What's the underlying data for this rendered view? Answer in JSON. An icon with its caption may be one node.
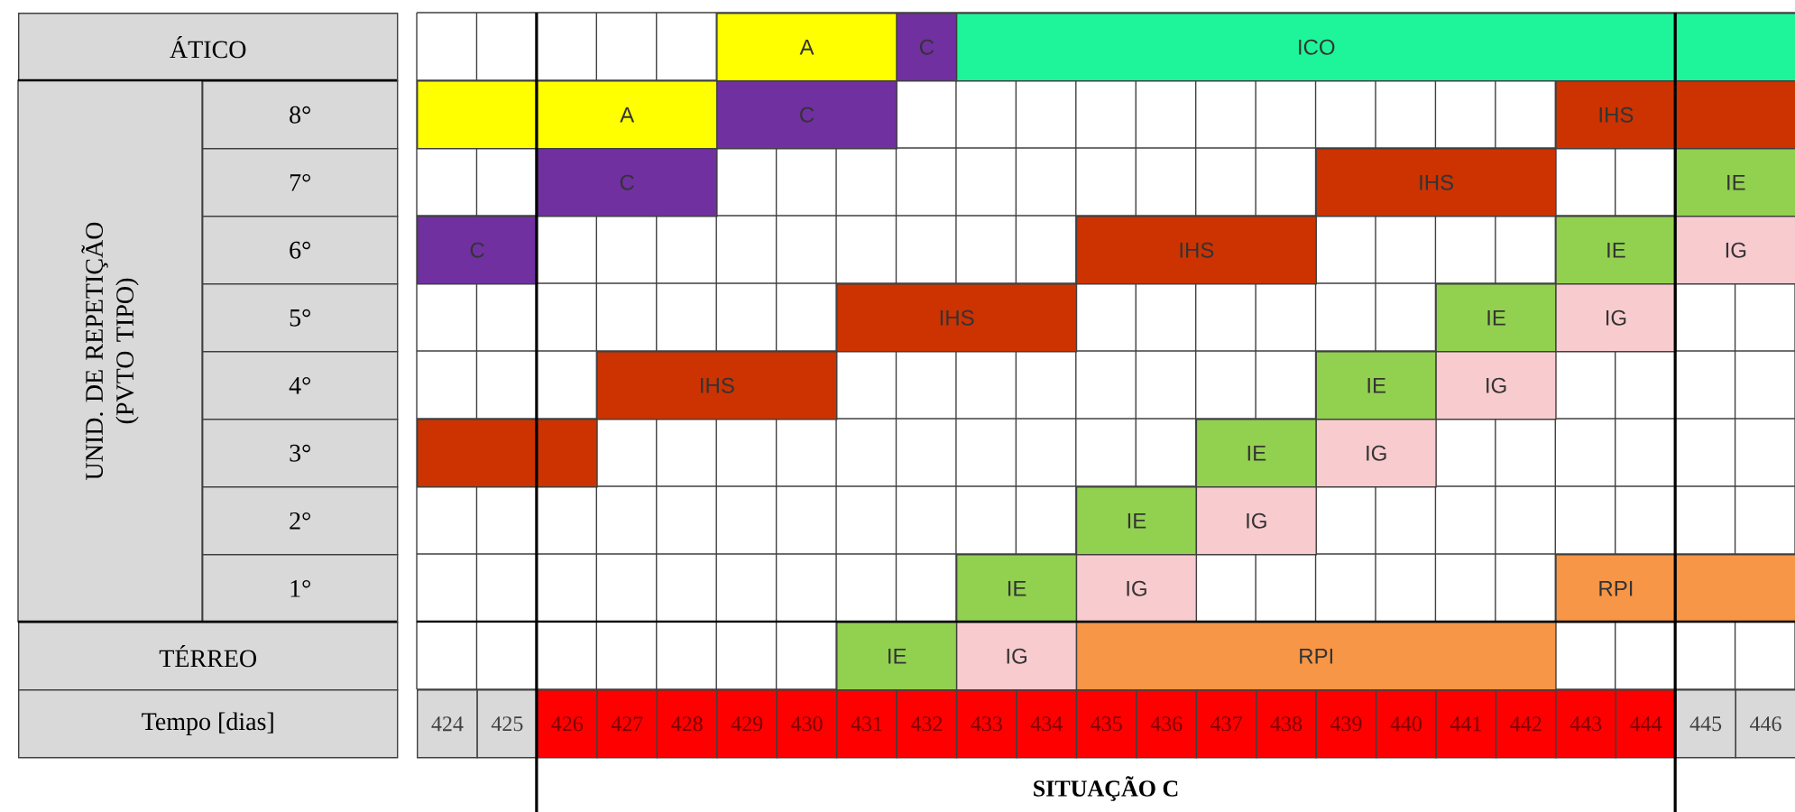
{
  "diagram": {
    "nodes": [
      {
        "text": [
          "A"
        ]
      },
      {
        "text": [
          "C"
        ]
      },
      {
        "text": [
          "ICO"
        ]
      },
      {
        "text": [],
        "shape": "bar"
      },
      {
        "text": [],
        "shape": "bar"
      },
      {
        "text": [
          "A"
        ]
      },
      {
        "text": [
          "C"
        ]
      },
      {
        "text": [
          "IHS"
        ]
      },
      {
        "text": [],
        "shape": "bar"
      },
      {
        "text": [
          "C"
        ]
      },
      {
        "text": [
          "IHS"
        ]
      },
      {
        "text": [
          "IE"
        ]
      },
      {
        "text": [
          "C"
        ]
      },
      {
        "text": [
          "IHS"
        ]
      },
      {
        "text": [
          "IE"
        ]
      },
      {
        "text": [
          "IG"
        ]
      },
      {
        "text": [
          "IHS"
        ]
      },
      {
        "text": [
          "IE"
        ]
      },
      {
        "text": [
          "IG"
        ]
      },
      {
        "text": [
          "IHS"
        ]
      },
      {
        "text": [
          "IE"
        ]
      },
      {
        "text": [
          "IG"
        ]
      },
      {
        "text": [],
        "shape": "bar"
      },
      {
        "text": [
          "IE"
        ]
      },
      {
        "text": [
          "IG"
        ]
      },
      {
        "text": [
          "IE"
        ]
      },
      {
        "text": [
          "IG"
        ]
      },
      {
        "text": [
          "IE"
        ]
      },
      {
        "text": [
          "IG"
        ]
      },
      {
        "text": [
          "RPI"
        ]
      },
      {
        "text": [],
        "shape": "bar"
      },
      {
        "text": [
          "IE"
        ]
      },
      {
        "text": [
          "IG"
        ]
      },
      {
        "text": [
          "RPI"
        ]
      }
    ],
    "labels": [
      "ÁTICO",
      "UNID. DE REPETIÇÃO (PVTO TIPO)",
      "8°",
      "7°",
      "6°",
      "5°",
      "4°",
      "3°",
      "2°",
      "1°",
      "TÉRREO",
      "Tempo [dias]",
      "424",
      "425",
      "426",
      "427",
      "428",
      "429",
      "430",
      "431",
      "432",
      "433",
      "434",
      "435",
      "436",
      "437",
      "438",
      "439",
      "440",
      "441",
      "442",
      "443",
      "444",
      "445",
      "446",
      "SITUAÇÃO C"
    ]
  }
}
